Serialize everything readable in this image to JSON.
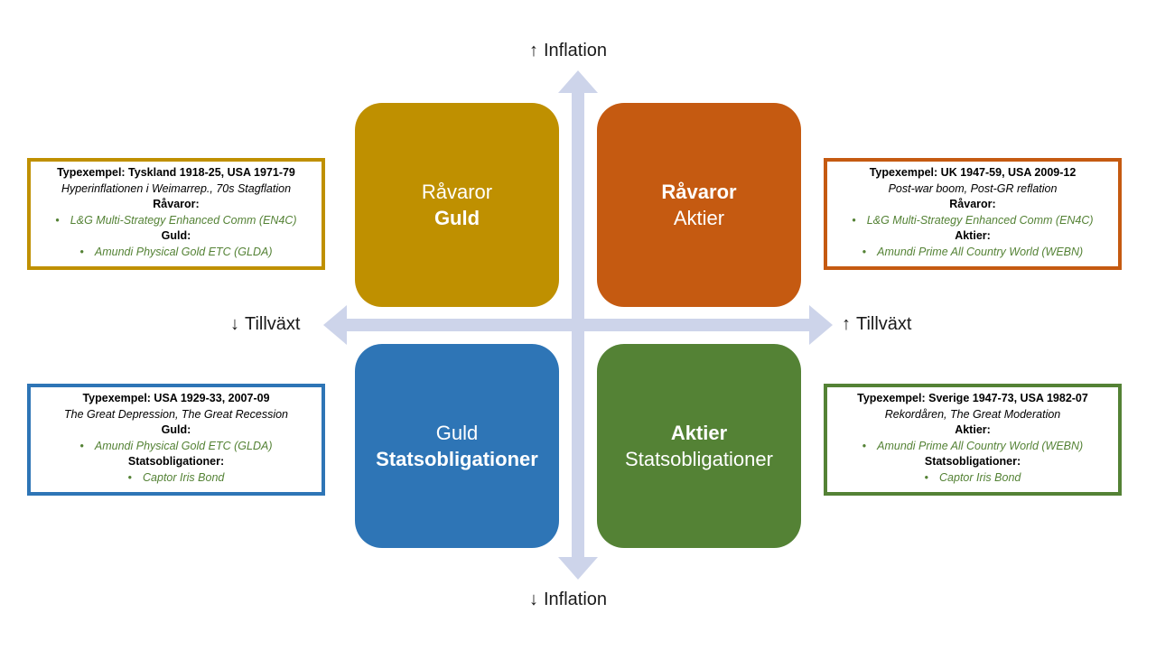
{
  "colors": {
    "arrow": "#cdd4ea",
    "gold": "#bf9000",
    "orange": "#c55a11",
    "blue": "#2e75b6",
    "green": "#548235",
    "item_text": "#548235"
  },
  "axes": {
    "up_arrow_glyph": "↑",
    "down_arrow_glyph": "↓",
    "inflation_up": "Inflation",
    "inflation_down": "Inflation",
    "growth_down": "Tillväxt",
    "growth_up": "Tillväxt"
  },
  "quadrants": {
    "top_left": {
      "line1": "Råvaror",
      "line2": "Guld"
    },
    "top_right": {
      "line1": "Råvaror",
      "line2": "Aktier"
    },
    "bottom_left": {
      "line1": "Guld",
      "line2": "Statsobligationer"
    },
    "bottom_right": {
      "line1": "Aktier",
      "line2": "Statsobligationer"
    }
  },
  "boxes": {
    "top_left": {
      "examples": "Typexempel: Tyskland 1918-25, USA 1971-79",
      "subtitle": "Hyperinflationen i Weimarrep., 70s Stagflation",
      "head1": "Råvaror:",
      "item1": "L&G Multi-Strategy Enhanced Comm (EN4C)",
      "head2": "Guld:",
      "item2": "Amundi Physical Gold ETC (GLDA)"
    },
    "top_right": {
      "examples": "Typexempel: UK 1947-59, USA 2009-12",
      "subtitle": "Post-war boom, Post-GR reflation",
      "head1": "Råvaror:",
      "item1": "L&G Multi-Strategy Enhanced Comm (EN4C)",
      "head2": "Aktier:",
      "item2": "Amundi Prime All Country World (WEBN)"
    },
    "bottom_left": {
      "examples": "Typexempel: USA 1929-33, 2007-09",
      "subtitle": "The Great Depression, The Great Recession",
      "head1": "Guld:",
      "item1": "Amundi Physical Gold ETC (GLDA)",
      "head2": "Statsobligationer:",
      "item2": "Captor Iris Bond"
    },
    "bottom_right": {
      "examples": "Typexempel: Sverige 1947-73, USA 1982-07",
      "subtitle": "Rekordåren, The Great Moderation",
      "head1": "Aktier:",
      "item1": "Amundi Prime All Country World (WEBN)",
      "head2": "Statsobligationer:",
      "item2": "Captor Iris Bond"
    }
  }
}
